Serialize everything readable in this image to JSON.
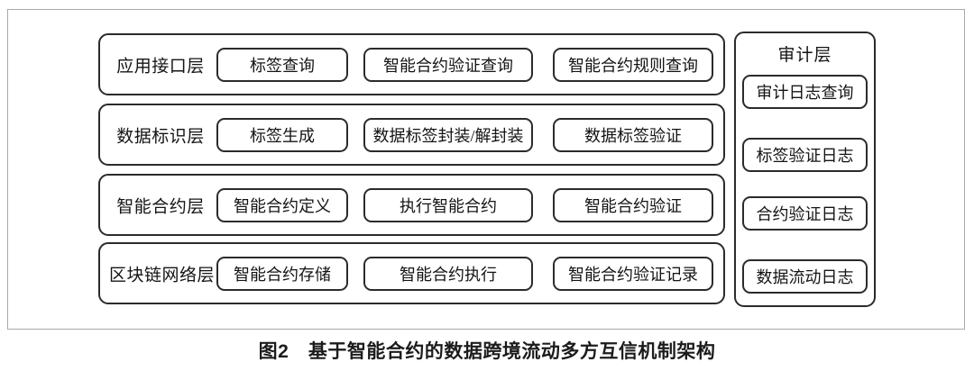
{
  "figure": {
    "caption": "图2　基于智能合约的数据跨境流动多方互信机制架构"
  },
  "layers": [
    {
      "name": "应用接口层",
      "boxes": [
        "标签查询",
        "智能合约验证查询",
        "智能合约规则查询"
      ]
    },
    {
      "name": "数据标识层",
      "boxes": [
        "标签生成",
        "数据标签封装/解封装",
        "数据标签验证"
      ]
    },
    {
      "name": "智能合约层",
      "boxes": [
        "智能合约定义",
        "执行智能合约",
        "智能合约验证"
      ]
    },
    {
      "name": "区块链网络层",
      "boxes": [
        "智能合约存储",
        "智能合约执行",
        "智能合约验证记录"
      ]
    }
  ],
  "audit": {
    "title": "审计层",
    "items": [
      "审计日志查询",
      "标签验证日志",
      "合约验证日志",
      "数据流动日志"
    ]
  },
  "colors": {
    "box_border": "#2b2b2b",
    "outer_frame": "#a9a9a9",
    "text": "#141414",
    "background": "#ffffff"
  }
}
